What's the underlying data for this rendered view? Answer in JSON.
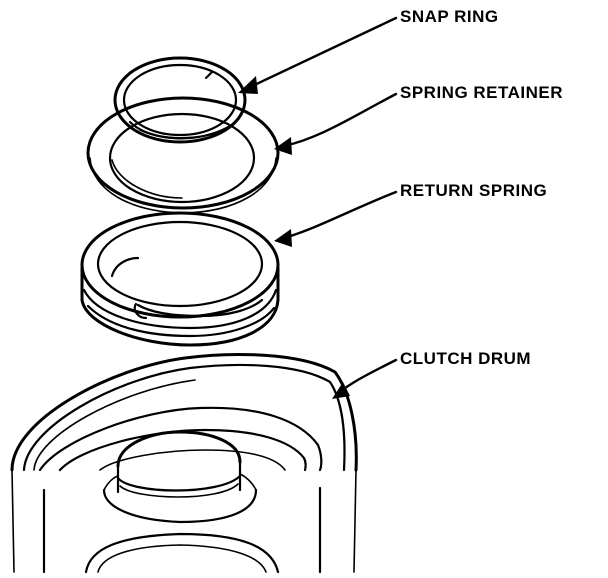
{
  "labels": {
    "snap_ring": "SNAP RING",
    "spring_retainer": "SPRING RETAINER",
    "return_spring": "RETURN SPRING",
    "clutch_drum": "CLUTCH DRUM"
  },
  "colors": {
    "line": "#000000",
    "background": "#ffffff"
  }
}
